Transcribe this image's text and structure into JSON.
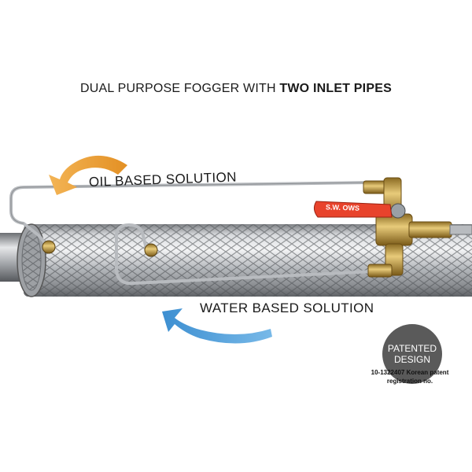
{
  "heading": {
    "prefix": "DUAL PURPOSE FOGGER  WITH ",
    "emphasis": "TWO INLET PIPES"
  },
  "labels": {
    "oil": "OIL  BASED  SOLUTION",
    "water": "WATER BASED SOLUTION"
  },
  "badge": {
    "line1": "PATENTED",
    "line2": "DESIGN",
    "caption_line1": "10-1322407 Korean patent",
    "caption_line2": "registration no."
  },
  "valve_marking": "S.W. OWS",
  "colors": {
    "oil_arrow": "#f0a63a",
    "water_arrow": "#4f9fd9",
    "valve_handle": "#e8432c",
    "badge": "#5a5a5a",
    "brass": "#c9a44a"
  },
  "icons": {
    "oil_arrow": "curved-arrow-left-icon",
    "water_arrow": "curved-arrow-left-icon"
  }
}
